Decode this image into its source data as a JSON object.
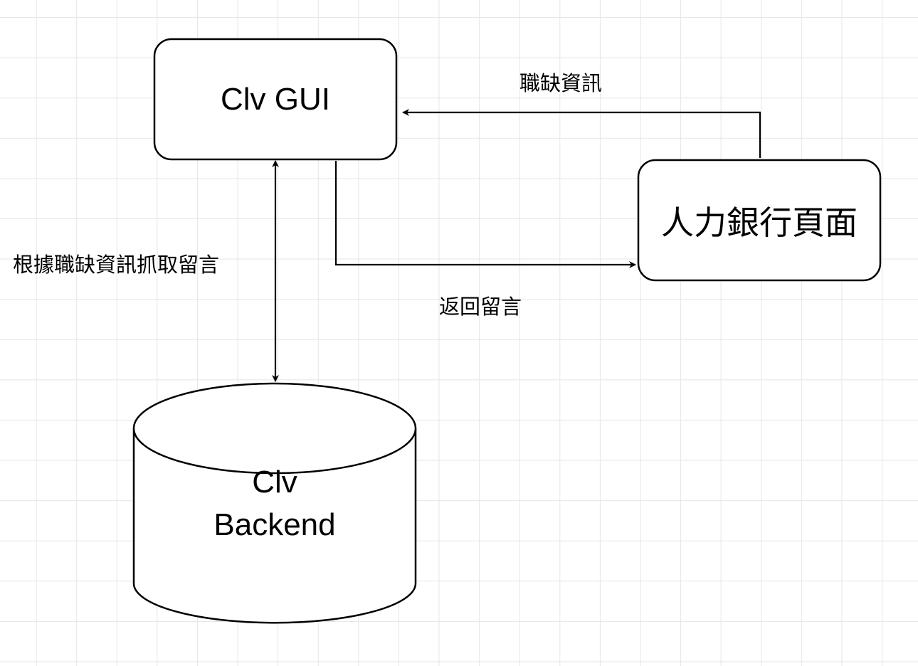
{
  "nodes": {
    "gui": {
      "label": "Clv GUI"
    },
    "hr_bank": {
      "label": "人力銀行頁面"
    },
    "backend": {
      "line1": "Clv",
      "line2": "Backend"
    }
  },
  "edges": {
    "job_info": {
      "label": "職缺資訊"
    },
    "fetch_messages": {
      "label": "根據職缺資訊抓取留言"
    },
    "return_messages": {
      "label": "返回留言"
    }
  },
  "colors": {
    "stroke": "#000000",
    "fill": "#ffffff",
    "grid": "#e6e6e6"
  }
}
